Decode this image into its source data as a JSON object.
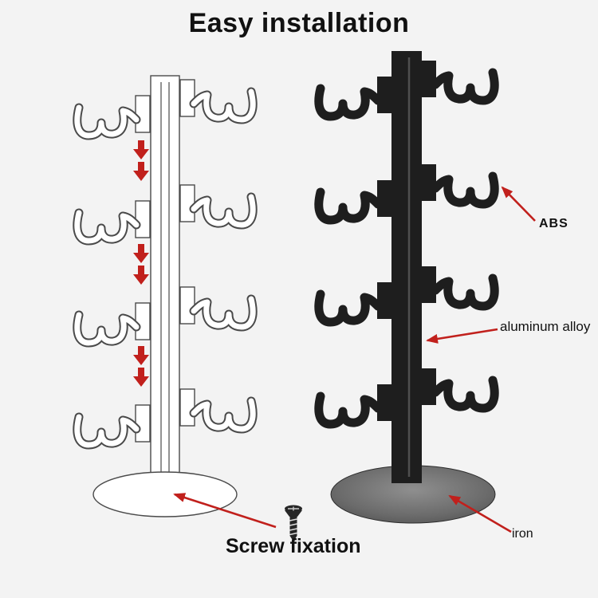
{
  "title": "Easy installation",
  "annotations": {
    "abs": "ABS",
    "aluminum_alloy": "aluminum alloy",
    "iron": "iron",
    "screw_fixation": "Screw fixation"
  },
  "colors": {
    "bg": "#f3f3f3",
    "ink": "#111111",
    "red": "#c1201c",
    "dark": "#1e1e1e",
    "wire": "#4a4a4a",
    "screw": "#262626"
  }
}
